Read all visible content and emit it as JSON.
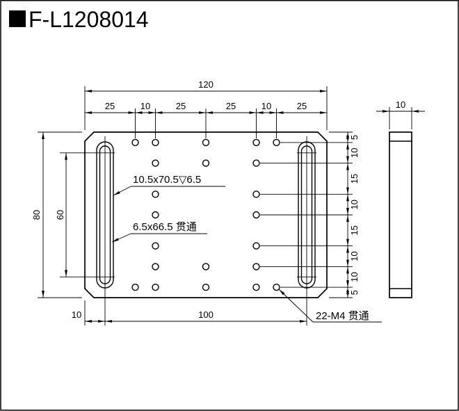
{
  "title": {
    "part_number": "F-L1208014"
  },
  "front_view": {
    "dims": {
      "overall_width": "120",
      "overall_height": "80",
      "top_chain": [
        "25",
        "10",
        "25",
        "25",
        "10",
        "25"
      ],
      "right_chain": [
        "5",
        "10",
        "15",
        "10",
        "15",
        "10",
        "10",
        "5"
      ],
      "slot_span_vertical": "60",
      "slot_offset_left": "10",
      "slot_span_horizontal": "100"
    },
    "notes": {
      "counterbore_slot": "10.5x70.5▽6.5",
      "through_slot": "6.5x66.5 贯通",
      "tapped_holes": "22-M4 贯通"
    }
  },
  "side_view": {
    "dims": {
      "thickness": "10"
    }
  }
}
